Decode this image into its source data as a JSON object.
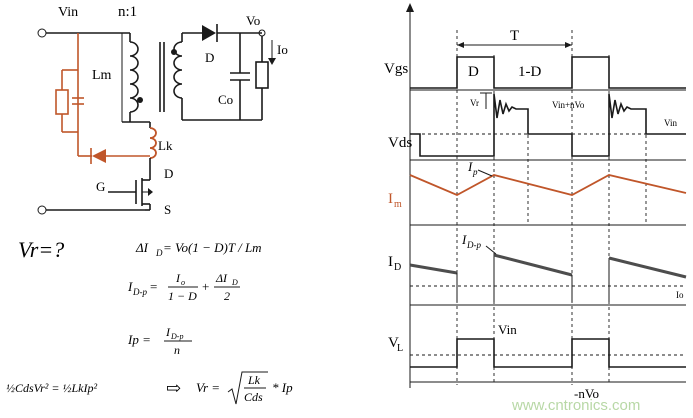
{
  "circuit": {
    "vin": "Vin",
    "ratio": "n:1",
    "vo": "Vo",
    "io": "Io",
    "lm": "Lm",
    "d_out": "D",
    "co": "Co",
    "lk": "Lk",
    "g": "G",
    "d_sw": "D",
    "s": "S"
  },
  "formulas": {
    "vr_question": "Vr=?",
    "f1_lhs": "ΔI",
    "f1_sub": "D",
    "f1_rhs": " = Vo(1 − D)T / Lm",
    "f2_lhs": "I",
    "f2_sub": "D-p",
    "f2_eq": " =",
    "f2_num1": "I",
    "f2_num1_sub": "o",
    "f2_den1": "1 − D",
    "f2_plus": "+",
    "f2_num2": "ΔI",
    "f2_num2_sub": "D",
    "f2_den2": "2",
    "f3_lhs": "Ip =",
    "f3_num": "I",
    "f3_num_sub": "D-p",
    "f3_den": "n",
    "f4_lhs": "½CdsVr² = ½LkIp²",
    "arrow": "⇨",
    "f4_rhs_pre": "Vr =",
    "f4_root_num": "Lk",
    "f4_root_den": "Cds",
    "f4_rhs_post": "* Ip"
  },
  "waveform": {
    "period": "T",
    "duty_d": "D",
    "duty_1d": "1-D",
    "vgs": "Vgs",
    "vds": "Vds",
    "vr": "Vr",
    "vin_nvo": "Vin+nVo",
    "vin_ds": "Vin",
    "ip": "I",
    "ip_sub": "p",
    "im": "I",
    "im_sub": "m",
    "id": "I",
    "id_sub": "D",
    "idp": "I",
    "idp_sub": "D-p",
    "io": "Io",
    "vl": "V",
    "vl_sub": "L",
    "vl_vin": "Vin",
    "vl_neg": "-nVo"
  },
  "watermark": "www.cntronics.com",
  "colors": {
    "wire": "#1a1a1a",
    "snubber": "#c0562a",
    "watermark": "#b8d8a6"
  }
}
